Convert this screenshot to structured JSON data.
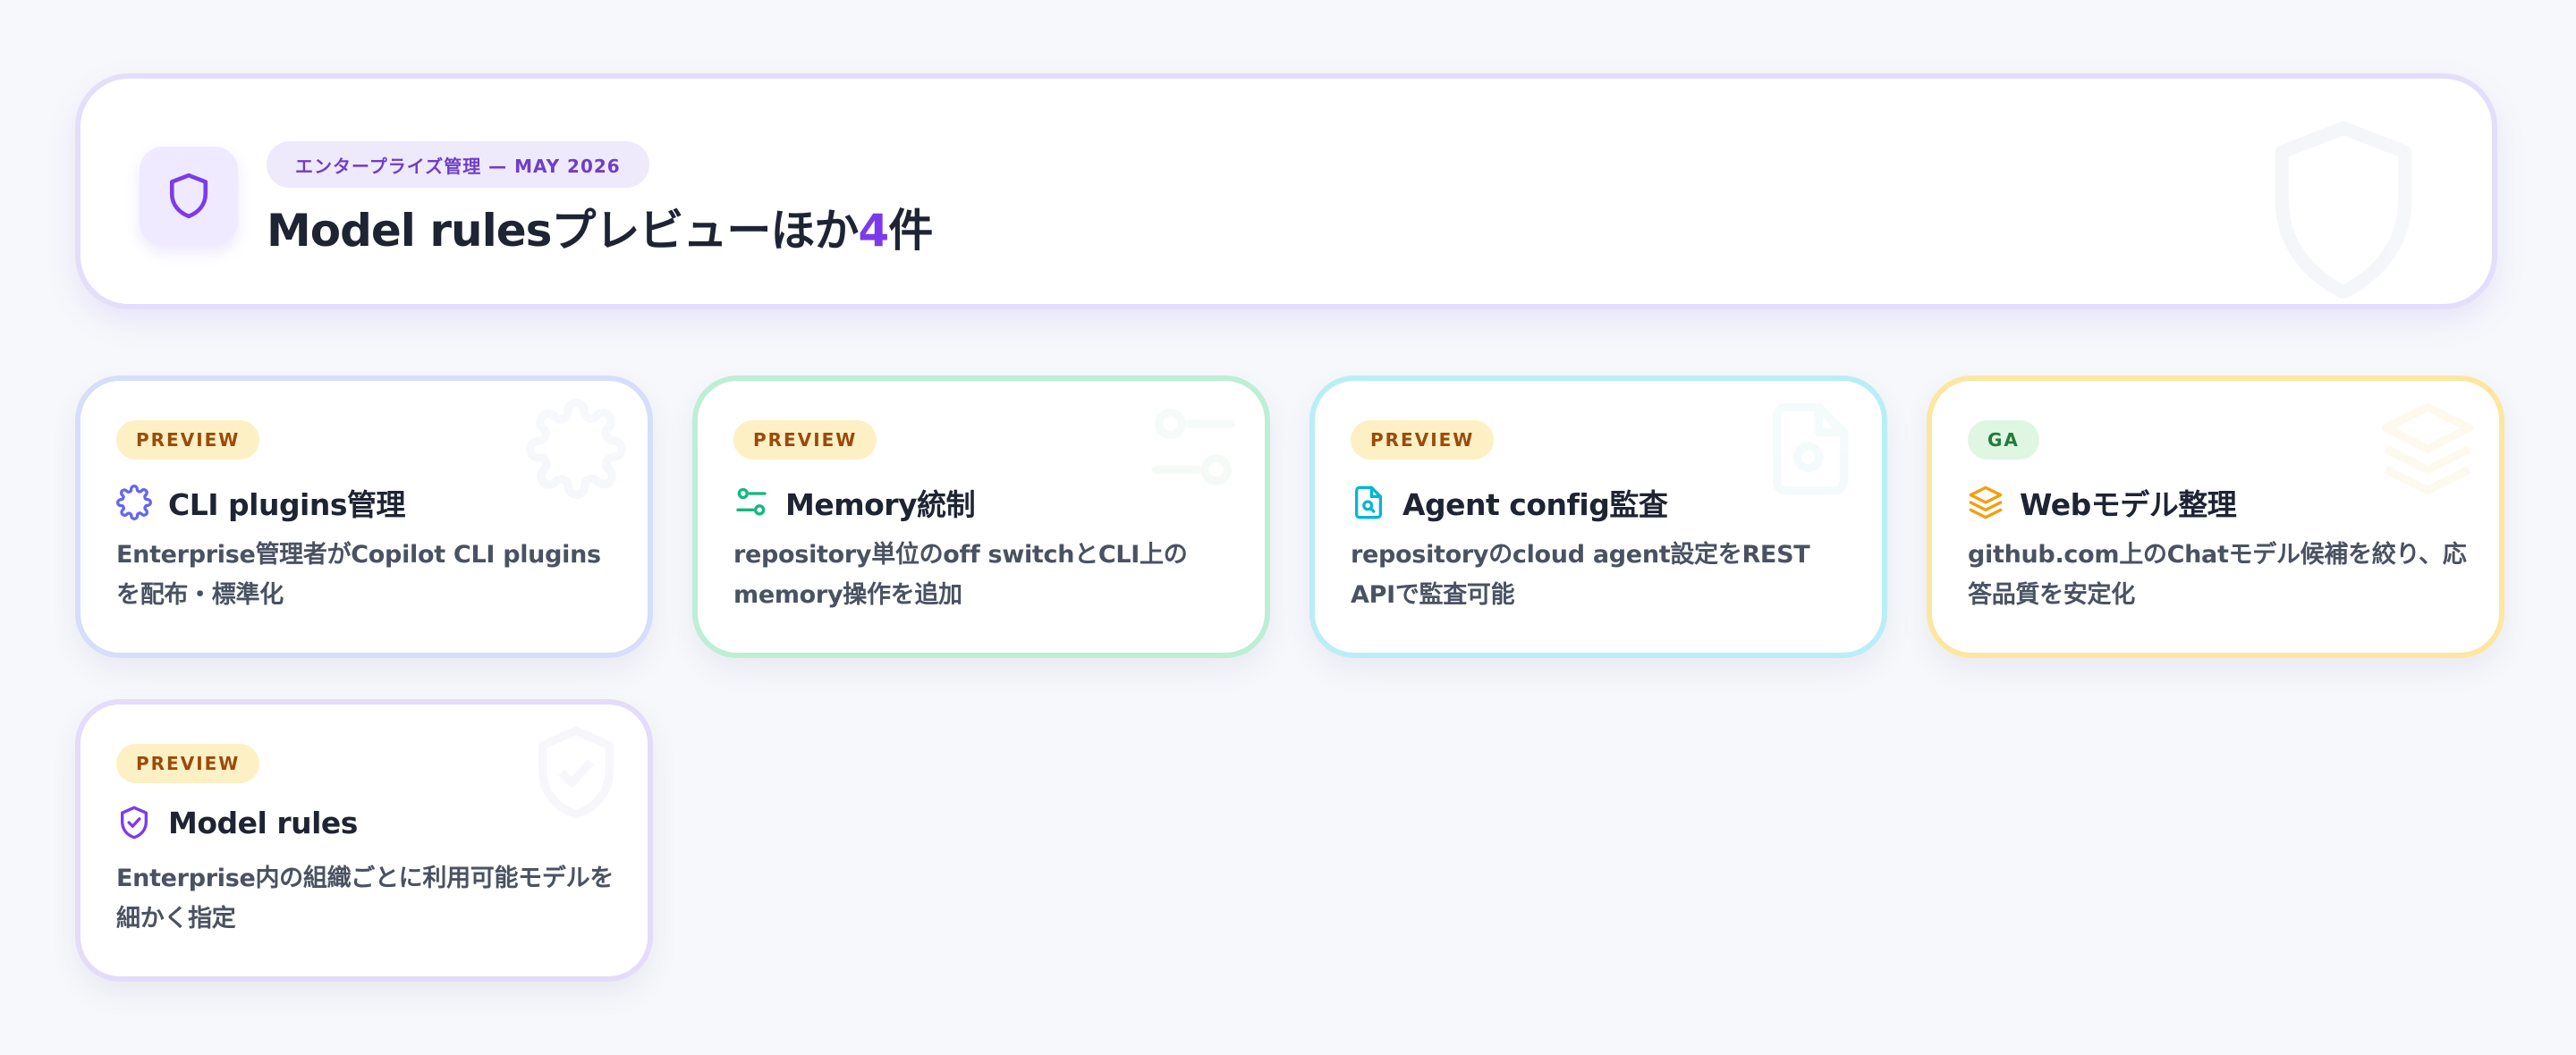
{
  "hero": {
    "eyebrow": "エンタープライズ管理 — MAY 2026",
    "title_main": "Model rulesプレビューほか",
    "title_count": "4",
    "title_suffix": "件",
    "icon": "shield-icon",
    "accent_color": "#7c3aed"
  },
  "cards": [
    {
      "badge": "PREVIEW",
      "title": "CLI plugins管理",
      "description": "Enterprise管理者がCopilot CLI pluginsを配布・標準化",
      "icon": "puzzle-icon",
      "color": "#6366f1",
      "border_color": "#dce3fb"
    },
    {
      "badge": "PREVIEW",
      "title": "Memory統制",
      "description": "repository単位のoff switchとCLI上のmemory操作を追加",
      "icon": "sliders-icon",
      "color": "#10b981",
      "border_color": "#c5f0dd"
    },
    {
      "badge": "PREVIEW",
      "title": "Agent config監査",
      "description": "repositoryのcloud agent設定をREST APIで監査可能",
      "icon": "file-search-icon",
      "color": "#06b6d4",
      "border_color": "#c2eff7"
    },
    {
      "badge": "GA",
      "title": "Webモデル整理",
      "description": "github.com上のChatモデル候補を絞り、応答品質を安定化",
      "icon": "layers-icon",
      "color": "#f59e0b",
      "border_color": "#fbe9a8"
    },
    {
      "badge": "PREVIEW",
      "title": "Model rules",
      "description": "Enterprise内の組織ごとに利用可能モデルを細かく指定",
      "icon": "shield-check-icon",
      "color": "#7c3aed",
      "border_color": "#e6defa"
    }
  ]
}
